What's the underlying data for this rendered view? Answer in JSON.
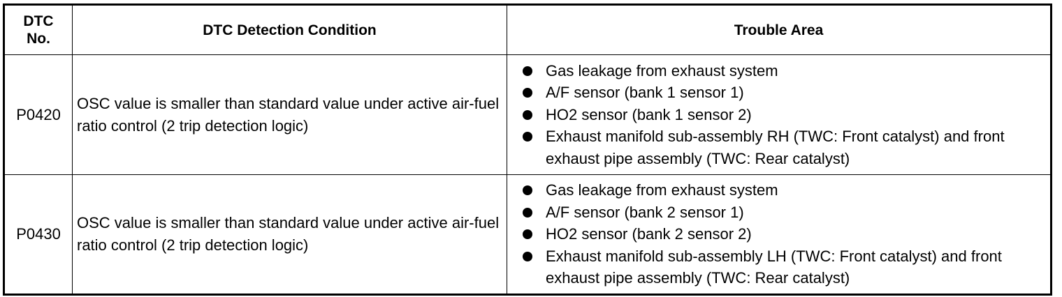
{
  "header": {
    "dtc_no": "DTC No.",
    "condition": "DTC Detection Condition",
    "trouble_area": "Trouble Area"
  },
  "rows": [
    {
      "code": "P0420",
      "condition": "OSC value is smaller than standard value under active air-fuel ratio control (2 trip detection logic)",
      "areas": [
        "Gas leakage from exhaust system",
        "A/F sensor (bank 1 sensor 1)",
        "HO2 sensor (bank 1 sensor 2)",
        "Exhaust manifold sub-assembly RH (TWC: Front catalyst) and front exhaust pipe assembly (TWC: Rear catalyst)"
      ]
    },
    {
      "code": "P0430",
      "condition": "OSC value is smaller than standard value under active air-fuel ratio control (2 trip detection logic)",
      "areas": [
        "Gas leakage from exhaust system",
        "A/F sensor (bank 2 sensor 1)",
        "HO2 sensor (bank 2 sensor 2)",
        "Exhaust manifold sub-assembly LH (TWC: Front catalyst) and front exhaust pipe assembly (TWC: Rear catalyst)"
      ]
    }
  ]
}
